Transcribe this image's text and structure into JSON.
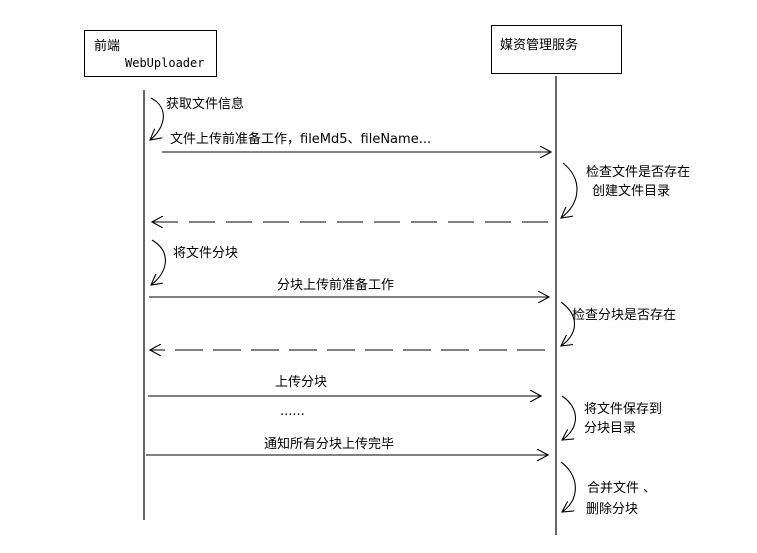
{
  "participants": {
    "client": {
      "line1": "前端",
      "line2": "WebUploader"
    },
    "service": {
      "label": "媒资管理服务"
    }
  },
  "messages": {
    "get_file_info": "获取文件信息",
    "prepare_upload": "文件上传前准备工作，fileMd5、fileName...",
    "check_file_line1": "检查文件是否存在",
    "check_file_line2": "创建文件目录",
    "split_file": "将文件分块",
    "prepare_chunk": "分块上传前准备工作",
    "check_chunk": "检查分块是否存在",
    "upload_chunk": "上传分块",
    "ellipsis": "......",
    "save_chunk_line1": "将文件保存到",
    "save_chunk_line2": "分块目录",
    "notify_done": "通知所有分块上传完毕",
    "merge_line1": "合并文件  、",
    "merge_line2": "删除分块"
  }
}
